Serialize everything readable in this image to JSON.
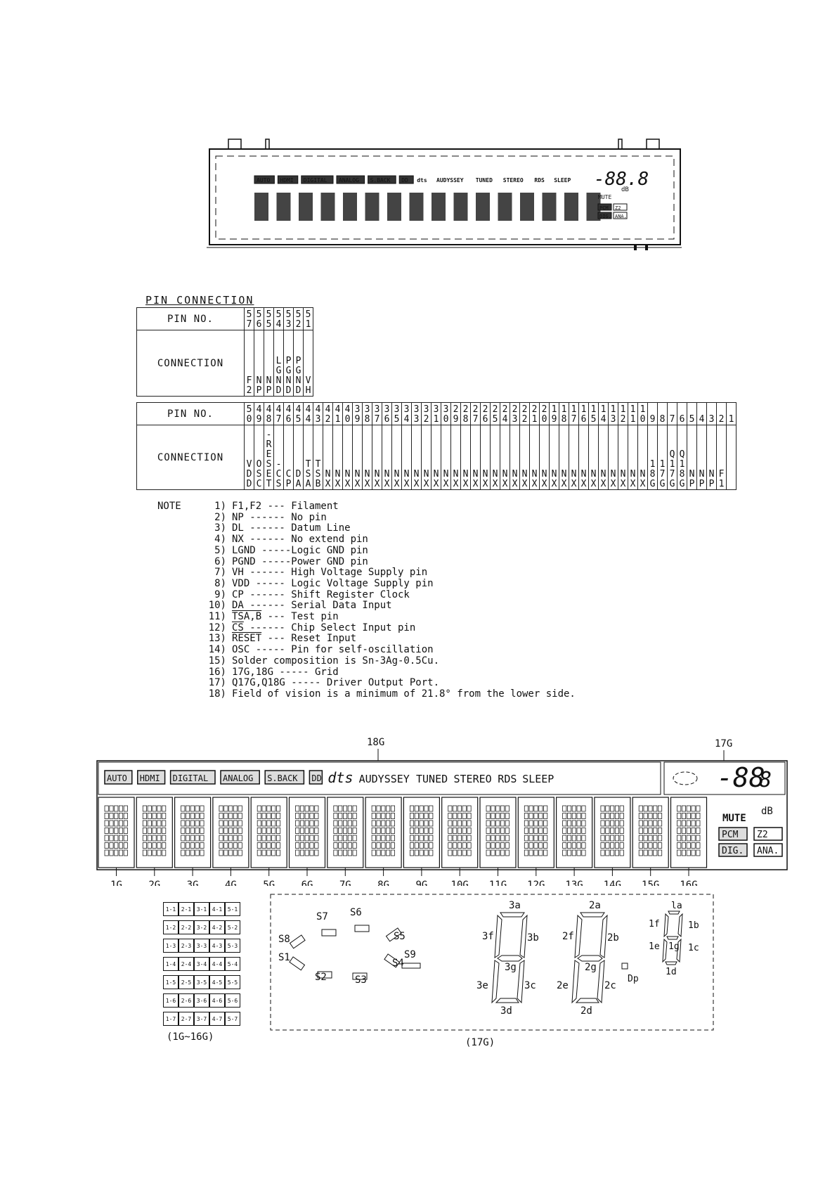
{
  "top_display": {
    "indicators": [
      "AUTO",
      "HDMI",
      "DIGITAL",
      "ANALOG",
      "S.BACK",
      "DD",
      "dts",
      "AUDYSSEY",
      "TUNED",
      "STEREO",
      "RDS",
      "SLEEP"
    ],
    "volume": "-88.8",
    "db": "dB",
    "mute": "MUTE",
    "badges": [
      "PCM",
      "Z2",
      "DIG.",
      "ANA."
    ]
  },
  "pin_connection": {
    "title": "PIN CONNECTION",
    "pin_no_label": "PIN NO.",
    "connection_label": "CONNECTION",
    "table1": [
      {
        "pin": "57",
        "conn": "F2"
      },
      {
        "pin": "56",
        "conn": "NP"
      },
      {
        "pin": "55",
        "conn": "NP"
      },
      {
        "pin": "54",
        "conn": "LGND"
      },
      {
        "pin": "53",
        "conn": "PGND"
      },
      {
        "pin": "52",
        "conn": "PGND"
      },
      {
        "pin": "51",
        "conn": "VH"
      }
    ],
    "table2": [
      {
        "pin": "50",
        "conn": "VDD"
      },
      {
        "pin": "49",
        "conn": "OSC"
      },
      {
        "pin": "48",
        "conn": "RESET"
      },
      {
        "pin": "47",
        "conn": "CS"
      },
      {
        "pin": "46",
        "conn": "CP"
      },
      {
        "pin": "45",
        "conn": "DA"
      },
      {
        "pin": "44",
        "conn": "TSA"
      },
      {
        "pin": "43",
        "conn": "TSB"
      },
      {
        "pin": "42",
        "conn": "NX"
      },
      {
        "pin": "41",
        "conn": "NX"
      },
      {
        "pin": "40",
        "conn": "NX"
      },
      {
        "pin": "39",
        "conn": "NX"
      },
      {
        "pin": "38",
        "conn": "NX"
      },
      {
        "pin": "37",
        "conn": "NX"
      },
      {
        "pin": "36",
        "conn": "NX"
      },
      {
        "pin": "35",
        "conn": "NX"
      },
      {
        "pin": "34",
        "conn": "NX"
      },
      {
        "pin": "33",
        "conn": "NX"
      },
      {
        "pin": "32",
        "conn": "NX"
      },
      {
        "pin": "31",
        "conn": "NX"
      },
      {
        "pin": "30",
        "conn": "NX"
      },
      {
        "pin": "29",
        "conn": "NX"
      },
      {
        "pin": "28",
        "conn": "NX"
      },
      {
        "pin": "27",
        "conn": "NX"
      },
      {
        "pin": "26",
        "conn": "NX"
      },
      {
        "pin": "25",
        "conn": "NX"
      },
      {
        "pin": "24",
        "conn": "NX"
      },
      {
        "pin": "23",
        "conn": "NX"
      },
      {
        "pin": "22",
        "conn": "NX"
      },
      {
        "pin": "21",
        "conn": "NX"
      },
      {
        "pin": "20",
        "conn": "NX"
      },
      {
        "pin": "19",
        "conn": "NX"
      },
      {
        "pin": "18",
        "conn": "NX"
      },
      {
        "pin": "17",
        "conn": "NX"
      },
      {
        "pin": "16",
        "conn": "NX"
      },
      {
        "pin": "15",
        "conn": "NX"
      },
      {
        "pin": "14",
        "conn": "NX"
      },
      {
        "pin": "13",
        "conn": "NX"
      },
      {
        "pin": "12",
        "conn": "NX"
      },
      {
        "pin": "11",
        "conn": "NX"
      },
      {
        "pin": "10",
        "conn": "NX"
      },
      {
        "pin": "9",
        "conn": "18G"
      },
      {
        "pin": "8",
        "conn": "17G"
      },
      {
        "pin": "7",
        "conn": "Q17G"
      },
      {
        "pin": "6",
        "conn": "Q18G"
      },
      {
        "pin": "5",
        "conn": "NP"
      },
      {
        "pin": "4",
        "conn": "NP"
      },
      {
        "pin": "3",
        "conn": "NP"
      },
      {
        "pin": "2",
        "conn": "F1"
      },
      {
        "pin": "1",
        "conn": ""
      }
    ]
  },
  "notes": {
    "label": "NOTE",
    "items": [
      {
        "no": "1)",
        "text": "F1,F2 --- Filament"
      },
      {
        "no": "2)",
        "text": "NP ------ No pin"
      },
      {
        "no": "3)",
        "text": "DL ------ Datum Line"
      },
      {
        "no": "4)",
        "text": "NX ------ No extend pin"
      },
      {
        "no": "5)",
        "text": "LGND -----Logic GND pin"
      },
      {
        "no": "6)",
        "text": "PGND -----Power GND pin"
      },
      {
        "no": "7)",
        "text": "VH ------ High Voltage Supply pin"
      },
      {
        "no": "8)",
        "text": "VDD ----- Logic Voltage Supply pin"
      },
      {
        "no": "9)",
        "text": "CP ------ Shift Register Clock"
      },
      {
        "no": "10)",
        "text": "DA ------ Serial Data Input"
      },
      {
        "no": "11)",
        "text": "TSA,B --- Test pin"
      },
      {
        "no": "12)",
        "text": "CS ------ Chip Select Input pin"
      },
      {
        "no": "13)",
        "text": "RESET --- Reset Input"
      },
      {
        "no": "14)",
        "text": "OSC ----- Pin for self-oscillation"
      },
      {
        "no": "15)",
        "text": "Solder composition is Sn-3Ag-0.5Cu."
      },
      {
        "no": "16)",
        "text": "17G,18G ----- Grid"
      },
      {
        "no": "17)",
        "text": "Q17G,Q18G ----- Driver Output Port."
      },
      {
        "no": "18)",
        "text": "Field of vision is a minimum of 21.8° from the lower side."
      }
    ]
  },
  "grid_diagram": {
    "label_18g": "18G",
    "label_17g": "17G",
    "indicators": [
      "AUTO",
      "HDMI",
      "DIGITAL",
      "ANALOG",
      "S.BACK",
      "DD",
      "dts",
      "AUDYSSEY",
      "TUNED",
      "STEREO",
      "RDS",
      "SLEEP"
    ],
    "grids": [
      "1G",
      "2G",
      "3G",
      "4G",
      "5G",
      "6G",
      "7G",
      "8G",
      "9G",
      "10G",
      "11G",
      "12G",
      "13G",
      "14G",
      "15G",
      "16G"
    ],
    "mute": "MUTE",
    "db": "dB",
    "badges": [
      "PCM",
      "Z2",
      "DIG.",
      "ANA."
    ]
  },
  "dot_map": {
    "rows": [
      [
        "1-1",
        "2-1",
        "3-1",
        "4-1",
        "5-1"
      ],
      [
        "1-2",
        "2-2",
        "3-2",
        "4-2",
        "5-2"
      ],
      [
        "1-3",
        "2-3",
        "3-3",
        "4-3",
        "5-3"
      ],
      [
        "1-4",
        "2-4",
        "3-4",
        "4-4",
        "5-4"
      ],
      [
        "1-5",
        "2-5",
        "3-5",
        "4-5",
        "5-5"
      ],
      [
        "1-6",
        "2-6",
        "3-6",
        "4-6",
        "5-6"
      ],
      [
        "1-7",
        "2-7",
        "3-7",
        "4-7",
        "5-7"
      ]
    ],
    "caption": "(1G~16G)"
  },
  "seg_map": {
    "caption": "(17G)",
    "ring": [
      "S1",
      "S2",
      "S3",
      "S4",
      "S5",
      "S6",
      "S7",
      "S8"
    ],
    "minus": "S9",
    "digit3": [
      "3a",
      "3b",
      "3c",
      "3d",
      "3e",
      "3f",
      "3g"
    ],
    "digit2": [
      "2a",
      "2b",
      "2c",
      "2d",
      "2e",
      "2f",
      "2g"
    ],
    "digit1": [
      "1a",
      "1b",
      "1c",
      "1d",
      "1e",
      "1f",
      "1g"
    ],
    "dp": "Dp"
  }
}
